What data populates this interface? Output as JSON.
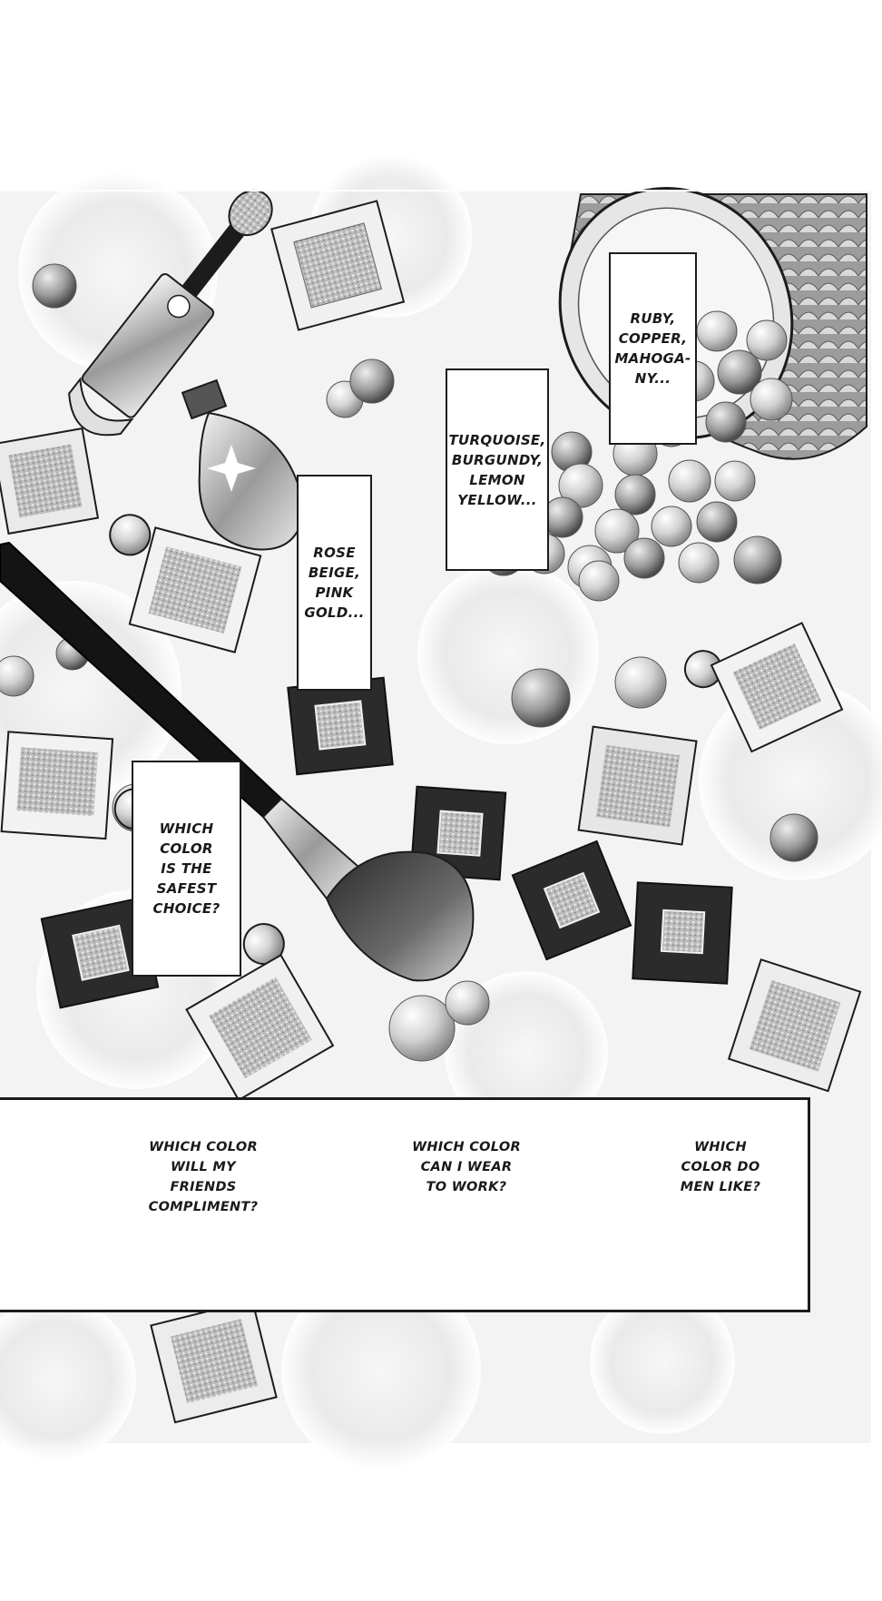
{
  "captions": {
    "ruby": "RUBY,\nCOPPER,\nMAHOGA-\nNY...",
    "turquoise": "TURQUOISE,\nBURGUNDY,\nLEMON\nYELLOW...",
    "rose": "ROSE\nBEIGE,\nPINK\nGOLD...",
    "safest": "WHICH\nCOLOR\nIS THE\nSAFEST\nCHOICE?"
  },
  "banner": {
    "question_friends": "WHICH COLOR\nWILL MY\nFRIENDS\nCOMPLIMENT?",
    "question_work": "WHICH COLOR\nCAN I WEAR\nTO WORK?",
    "question_men": "WHICH\nCOLOR DO\nMEN LIKE?"
  },
  "icons": [
    "lip-gloss-icon",
    "eyeshadow-compact-icon",
    "perfume-bottle-icon",
    "makeup-brush-icon",
    "pearl-bead-icon",
    "powder-jar-icon"
  ],
  "colors": {
    "ink": "#1c1c1c",
    "paper": "#ffffff",
    "screentone": "#d6d6d6"
  }
}
